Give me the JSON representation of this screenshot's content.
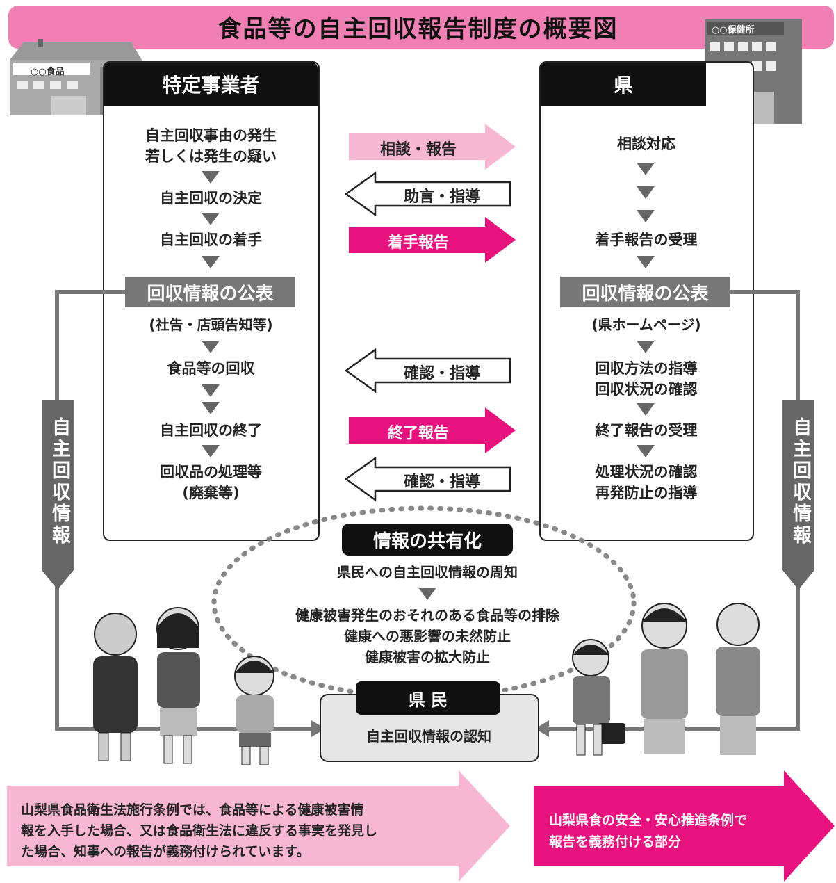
{
  "title": "食品等の自主回収報告制度の概要図",
  "building_left_label": "○○食品",
  "building_right_label": "○○保健所",
  "left_column": {
    "header": "特定事業者",
    "steps": [
      "自主回収事由の発生",
      "若しくは発生の疑い",
      "自主回収の決定",
      "自主回収の着手"
    ],
    "publish_box": "回収情報の公表",
    "publish_note": "(社告・店頭告知等)",
    "steps_after": [
      "食品等の回収",
      "自主回収の終了",
      "回収品の処理等",
      "(廃棄等)"
    ]
  },
  "right_column": {
    "header": "県",
    "steps": [
      "相談対応",
      "着手報告の受理"
    ],
    "publish_box": "回収情報の公表",
    "publish_note": "(県ホームページ)",
    "steps_after": [
      "回収方法の指導",
      "回収状況の確認",
      "終了報告の受理",
      "処理状況の確認",
      "再発防止の指導"
    ]
  },
  "arrows": {
    "consult": "相談・報告",
    "advice": "助言・指導",
    "start_report": "着手報告",
    "confirm1": "確認・指導",
    "end_report": "終了報告",
    "confirm2": "確認・指導"
  },
  "side_bar_left": "自主回収情報",
  "side_bar_right": "自主回収情報",
  "sharing": {
    "title": "情報の共有化",
    "line1": "県民への自主回収情報の周知",
    "line2": "健康被害発生のおそれのある食品等の排除",
    "line3": "健康への悪影響の未然防止",
    "line4": "健康被害の拡大防止"
  },
  "citizens": {
    "header": "県 民",
    "text": "自主回収情報の認知"
  },
  "footer": {
    "left_lines": [
      "山梨県食品衛生法施行条例では、食品等による健康被害情",
      "報を入手した場合、又は食品衛生法に違反する事実を発見し",
      "た場合、知事への報告が義務付けられています。"
    ],
    "right_lines": [
      "山梨県食の安全・安心推進条例で",
      "報告を義務付ける部分"
    ]
  },
  "colors": {
    "pink": "#f07fb3",
    "light_pink": "#f7b6d2",
    "magenta": "#e8127e",
    "gray": "#777777",
    "black": "#111111"
  }
}
